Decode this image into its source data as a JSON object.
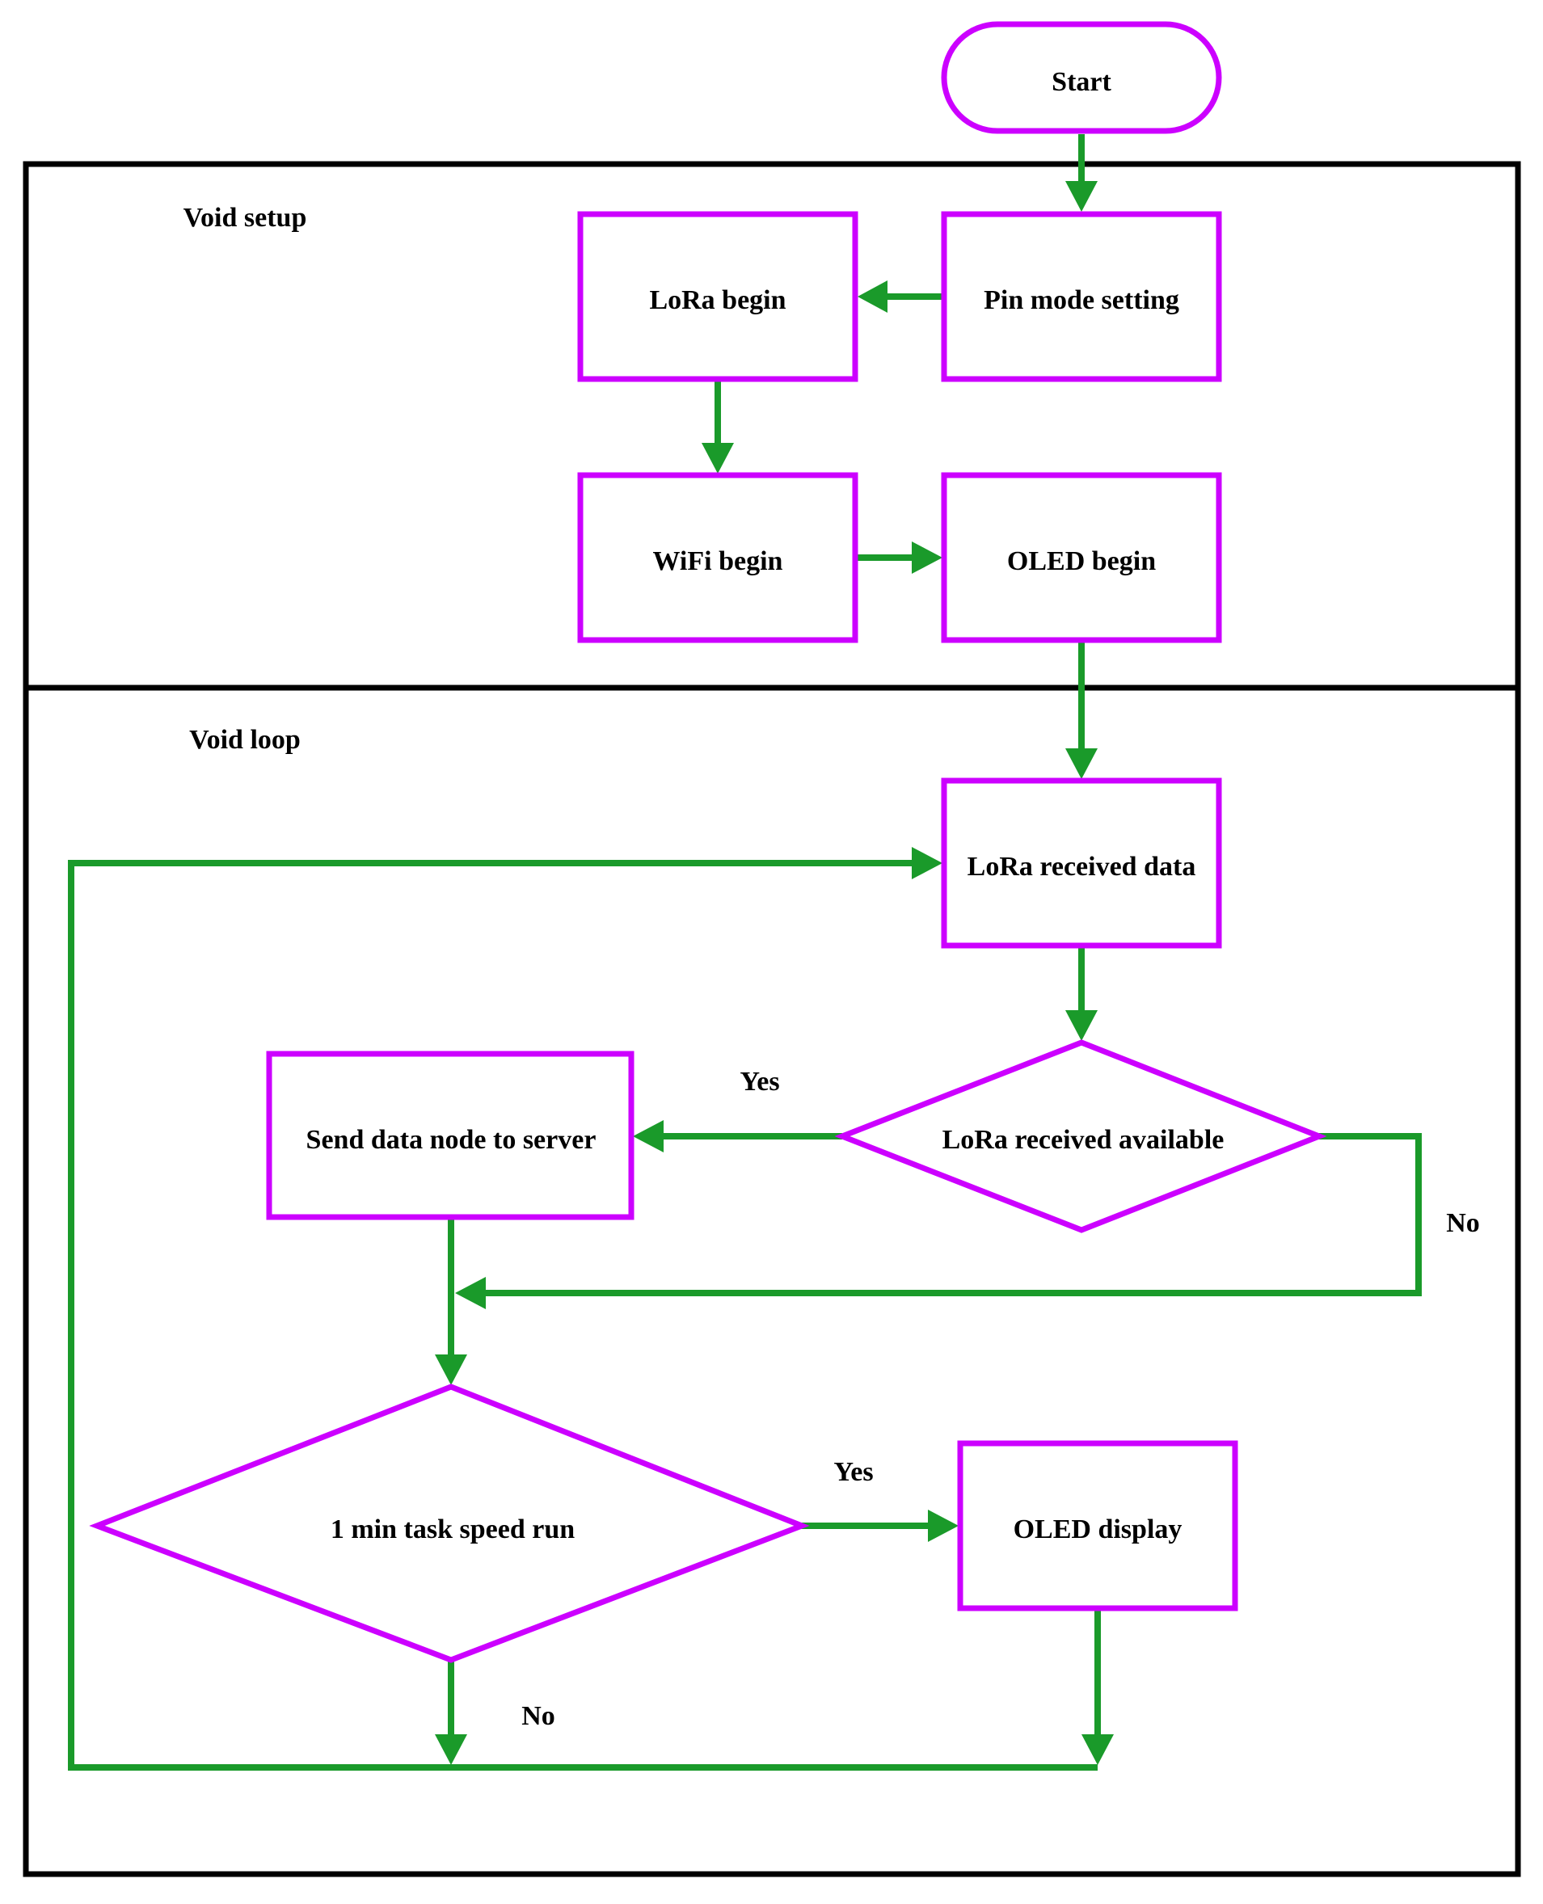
{
  "colors": {
    "node_border": "#cc00ff",
    "flow_line": "#1a9a2a",
    "frame": "#000000",
    "text": "#000000"
  },
  "sections": {
    "setup": "Void setup",
    "loop": "Void loop"
  },
  "nodes": {
    "start": "Start",
    "pin_mode": "Pin mode setting",
    "lora_begin": "LoRa begin",
    "wifi_begin": "WiFi begin",
    "oled_begin": "OLED begin",
    "lora_received_data": "LoRa received data",
    "lora_received_available": "LoRa received available",
    "send_data": "Send data node to server",
    "task_run": "1 min task speed run",
    "oled_display": "OLED display"
  },
  "branches": {
    "available_yes": "Yes",
    "available_no": "No",
    "task_yes": "Yes",
    "task_no": "No"
  }
}
